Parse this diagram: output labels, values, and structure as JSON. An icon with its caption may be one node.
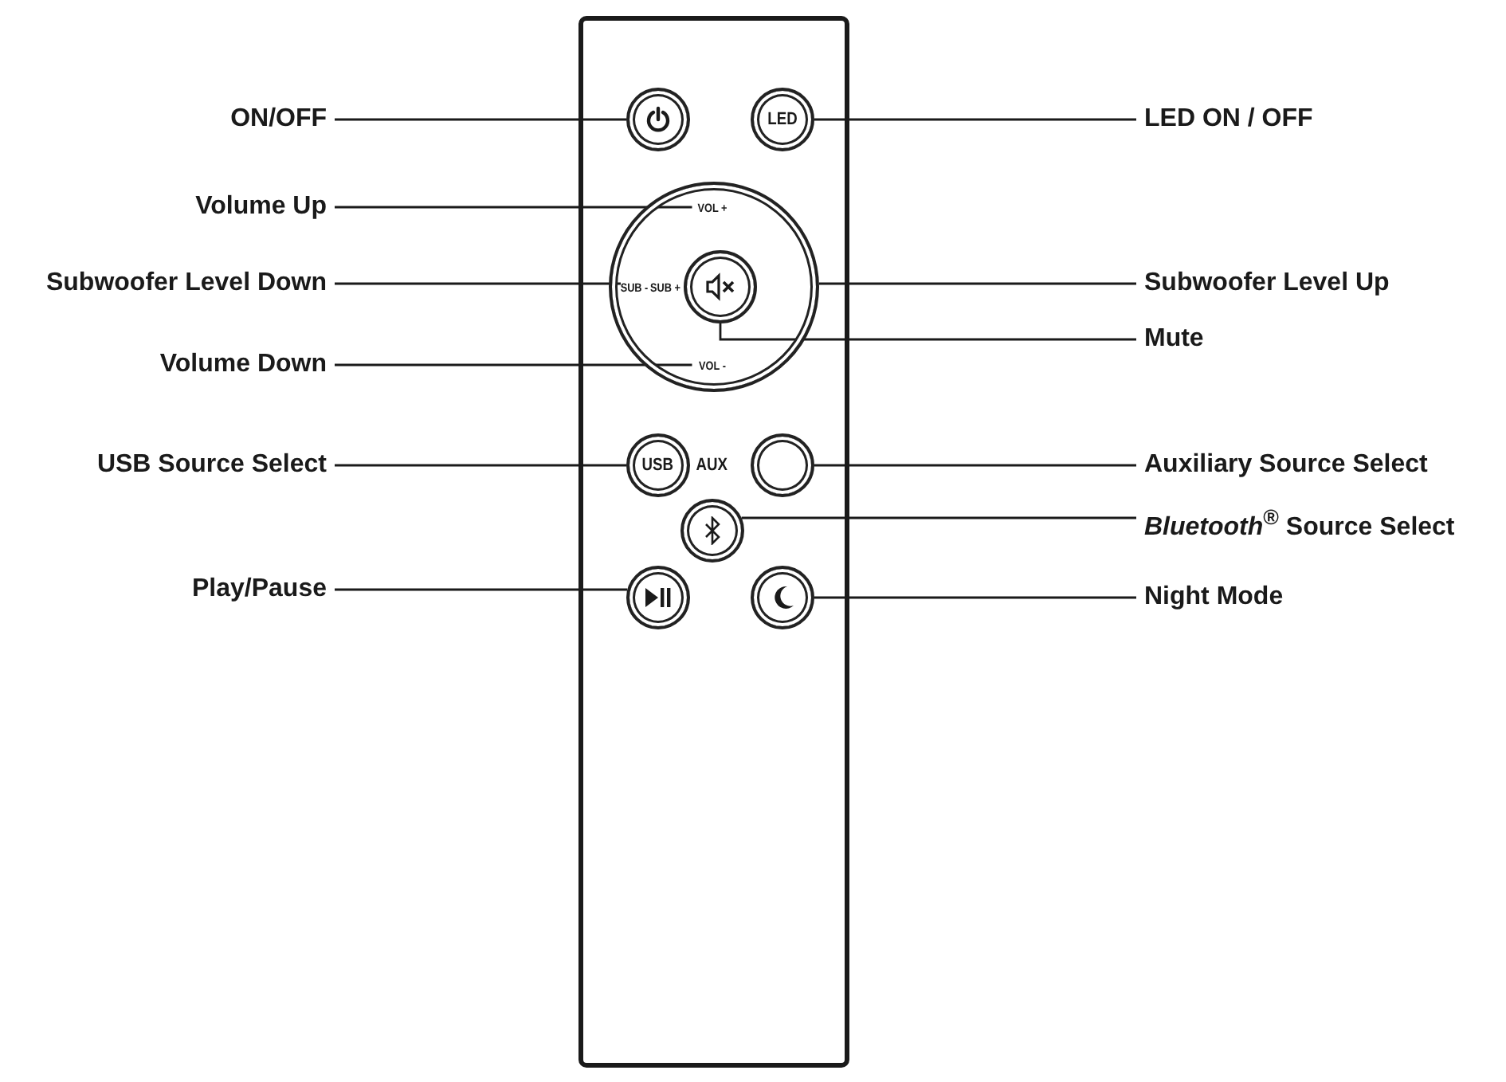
{
  "diagram": {
    "nodes": [
      {
        "text": [],
        "shape": "box"
      },
      {
        "text": [],
        "shape": "circle",
        "in": 0
      },
      {
        "text": [
          "LED"
        ],
        "in": 0
      },
      {
        "text": [],
        "shape": "circle",
        "in": 0
      },
      {
        "text": [
          "VOL +"
        ],
        "in": 3
      },
      {
        "text": [
          "SUB -"
        ],
        "in": 3
      },
      {
        "text": [
          "SUB +"
        ],
        "in": 3
      },
      {
        "text": [],
        "shape": "circle",
        "in": 3
      },
      {
        "text": [
          "VOL -"
        ],
        "in": 3
      },
      {
        "text": [
          "USB"
        ],
        "in": 0
      },
      {
        "text": [],
        "shape": "circle",
        "in": 0
      },
      {
        "text": [],
        "shape": "circle",
        "in": 0
      },
      {
        "text": [],
        "shape": "circle",
        "in": 0
      },
      {
        "text": [],
        "shape": "circle",
        "in": 0
      },
      {
        "text": [
          "ON/OFF"
        ]
      },
      {
        "text": [
          "LED ON / OFF"
        ]
      },
      {
        "text": [
          "Volume Up"
        ]
      },
      {
        "text": [
          "Subwoofer Level Down"
        ]
      },
      {
        "text": [
          "Subwoofer Level Up"
        ]
      },
      {
        "text": [
          "Mute"
        ]
      },
      {
        "text": [
          "Volume Down"
        ]
      },
      {
        "text": [
          "USB Source Select"
        ]
      },
      {
        "text": [
          "Auxiliary Source Select"
        ]
      },
      {
        "text": [
          "*Bluetooth*$^{®}$ Source Select"
        ]
      },
      {
        "text": [
          "Play/Pause"
        ]
      },
      {
        "text": [
          "Night Mode"
        ]
      }
    ],
    "edges": [
      {
        "from": 14,
        "to": 1,
        "arrow": "none"
      },
      {
        "from": 15,
        "to": 2,
        "arrow": "none"
      },
      {
        "from": 16,
        "to": 4,
        "arrow": "none"
      },
      {
        "from": 17,
        "to": 5,
        "arrow": "none"
      },
      {
        "from": 18,
        "to": 3,
        "arrow": "none"
      },
      {
        "from": 19,
        "to": 7,
        "arrow": "none"
      },
      {
        "from": 20,
        "to": 8,
        "arrow": "none"
      },
      {
        "from": 21,
        "to": 9,
        "arrow": "none"
      },
      {
        "from": 22,
        "to": 10,
        "arrow": "none"
      },
      {
        "from": 23,
        "to": 11,
        "arrow": "none"
      },
      {
        "from": 24,
        "to": 12,
        "arrow": "none"
      },
      {
        "from": 25,
        "to": 13,
        "arrow": "none"
      }
    ],
    "labels": [
      "AUX"
    ]
  }
}
